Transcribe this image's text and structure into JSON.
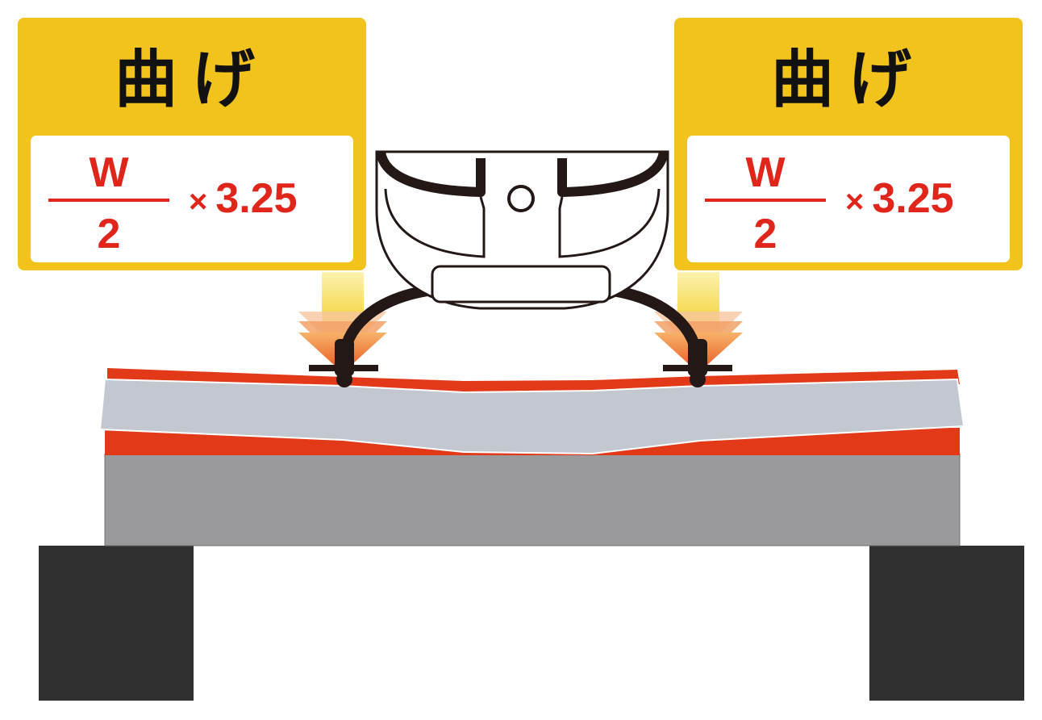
{
  "left_card": {
    "title": "曲げ",
    "numerator": "W",
    "denominator": "2",
    "multiplier_sign": "×",
    "multiplier": "3.25"
  },
  "right_card": {
    "title": "曲げ",
    "numerator": "W",
    "denominator": "2",
    "multiplier_sign": "×",
    "multiplier": "3.25"
  },
  "colors": {
    "card_yellow": "#f2c31d",
    "formula_red": "#e0251b",
    "pad_red": "#e23a19",
    "board_gray": "#c3c8d0",
    "base_gray": "#9a9a9c",
    "support_dark": "#2f302f"
  }
}
